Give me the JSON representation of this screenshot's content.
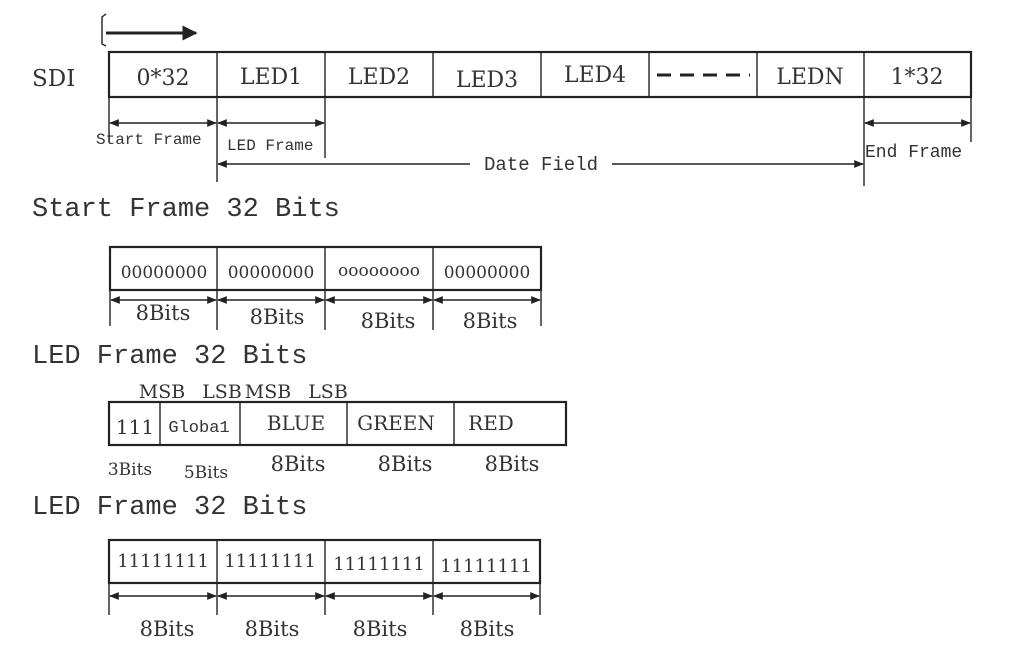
{
  "sdi": {
    "label": "SDI",
    "cells": [
      "0*32",
      "LED1",
      "LED2",
      "LED3",
      "LED4",
      "LEDN",
      "1*32"
    ],
    "start_frame_label": "Start Frame",
    "led_frame_label": "LED Frame",
    "data_field_label": "Date Field",
    "end_frame_label": "End Frame"
  },
  "start_frame": {
    "title": "Start Frame 32 Bits",
    "cells": [
      "00000000",
      "00000000",
      "oooooooo",
      "00000000"
    ],
    "bit_labels": [
      "8Bits",
      "8Bits",
      "8Bits",
      "8Bits"
    ]
  },
  "led_frame": {
    "title": "LED Frame 32 Bits",
    "msb1": "MSB",
    "lsb1": "LSB",
    "msb2": "MSB",
    "lsb2": "LSB",
    "cells": [
      "111",
      "Globa1",
      "BLUE",
      "GREEN",
      "RED"
    ],
    "bit_labels": [
      "3Bits",
      "5Bits",
      "8Bits",
      "8Bits",
      "8Bits"
    ]
  },
  "end_frame": {
    "title": "LED Frame 32 Bits",
    "cells": [
      "11111111",
      "11111111",
      "11111111",
      "11111111"
    ],
    "bit_labels": [
      "8Bits",
      "8Bits",
      "8Bits",
      "8Bits"
    ]
  }
}
